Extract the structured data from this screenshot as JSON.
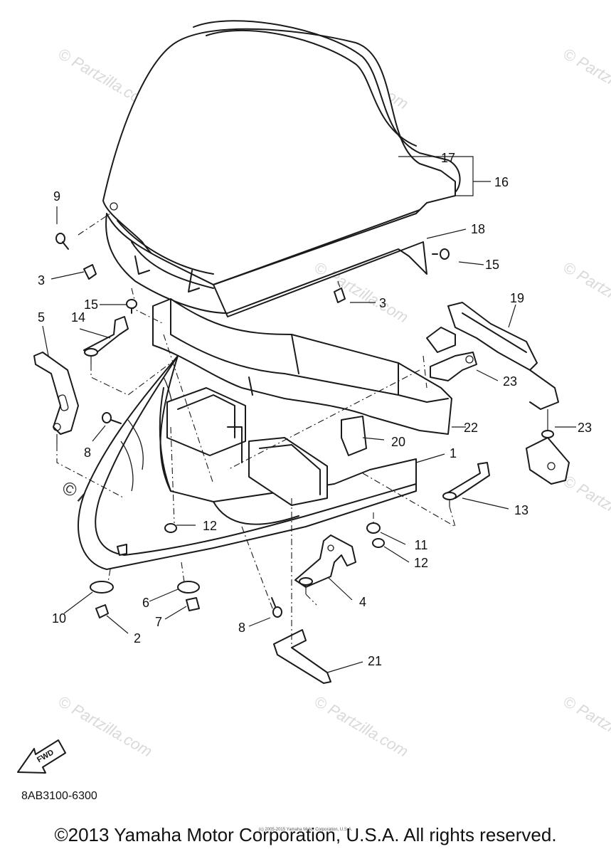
{
  "diagram": {
    "code": "8AB3100-6300",
    "copyright": "©2013 Yamaha Motor Corporation, U.S.A. All rights reserved.",
    "small_notice": "(c) 2005-2015 Yamaha Motor Corporation, U.S.A.",
    "fwd_label": "FWD",
    "watermark": "© Partzilla.com",
    "callouts": [
      "1",
      "2",
      "3",
      "3",
      "4",
      "5",
      "6",
      "7",
      "8",
      "8",
      "9",
      "10",
      "11",
      "12",
      "12",
      "13",
      "14",
      "15",
      "15",
      "16",
      "17",
      "18",
      "19",
      "20",
      "21",
      "22",
      "23",
      "23"
    ]
  }
}
